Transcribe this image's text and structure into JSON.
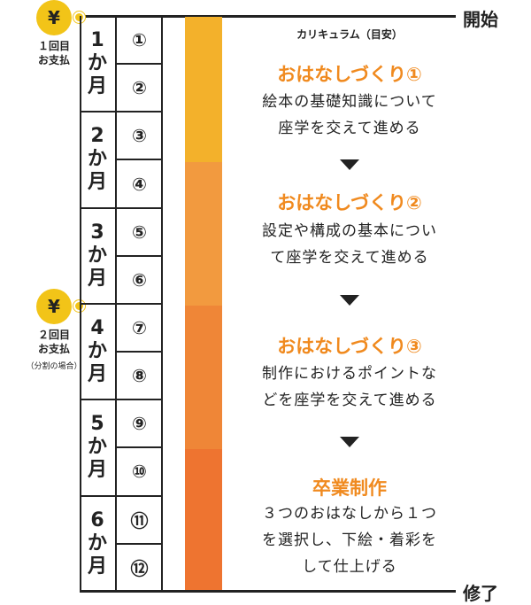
{
  "edges": {
    "start": "開始",
    "end": "修了"
  },
  "payments": [
    {
      "symbol": "¥",
      "line1": "１回目",
      "line2": "お支払",
      "note": ""
    },
    {
      "symbol": "¥",
      "line1": "２回目",
      "line2": "お支払",
      "note": "（分割の場合）"
    }
  ],
  "months": [
    {
      "n": "1",
      "a": "か",
      "b": "月"
    },
    {
      "n": "2",
      "a": "か",
      "b": "月"
    },
    {
      "n": "3",
      "a": "か",
      "b": "月"
    },
    {
      "n": "4",
      "a": "か",
      "b": "月"
    },
    {
      "n": "5",
      "a": "か",
      "b": "月"
    },
    {
      "n": "6",
      "a": "か",
      "b": "月"
    }
  ],
  "sessions": [
    "①",
    "②",
    "③",
    "④",
    "⑤",
    "⑥",
    "⑦",
    "⑧",
    "⑨",
    "⑩",
    "⑪",
    "⑫"
  ],
  "curriculum": {
    "heading": "カリキュラム（目安）",
    "stages": [
      {
        "title": "おはなしづくり①",
        "line1": "絵本の基礎知識について",
        "line2": "座学を交えて進める",
        "line3": ""
      },
      {
        "title": "おはなしづくり②",
        "line1": "設定や構成の基本につい",
        "line2": "て座学を交えて進める",
        "line3": ""
      },
      {
        "title": "おはなしづくり③",
        "line1": "制作におけるポイントな",
        "line2": "どを座学を交えて進める",
        "line3": ""
      },
      {
        "title": "卒業制作",
        "line1": "３つのおはなしから１つ",
        "line2": "を選択し、下絵・着彩を",
        "line3": "して仕上げる"
      }
    ]
  },
  "colors": {
    "yen": "#f2c418",
    "bar": [
      "#f3b12b",
      "#f29a3f",
      "#ef8637",
      "#ee7430"
    ],
    "stage_title": "#f08a1f"
  }
}
